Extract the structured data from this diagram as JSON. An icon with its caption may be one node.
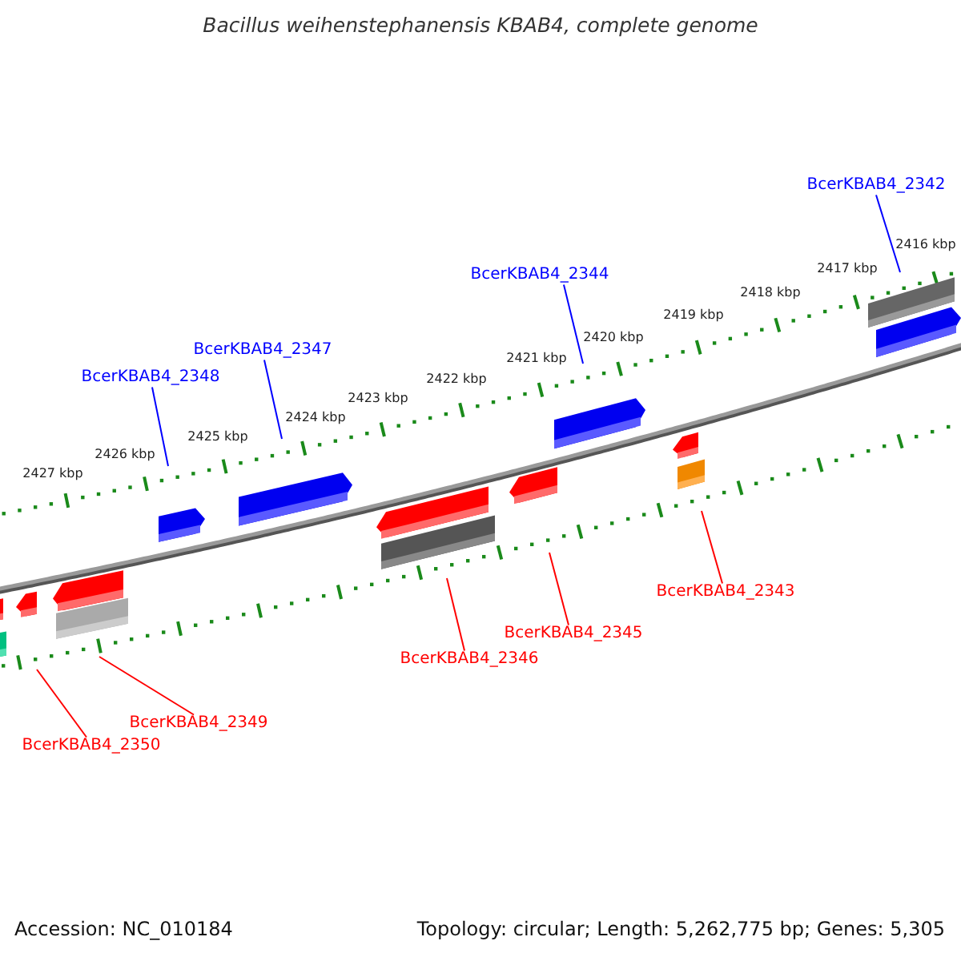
{
  "diagram": {
    "title": "Bacillus weihenstephanensis KBAB4, complete genome",
    "nodes": [
      {
        "text": [
          "BcerKBAB4_2342"
        ]
      },
      {
        "text": [
          "BcerKBAB4_2344"
        ]
      },
      {
        "text": [
          "BcerKBAB4_2347"
        ]
      },
      {
        "text": [
          "BcerKBAB4_2348"
        ]
      },
      {
        "text": [
          "BcerKBAB4_2343"
        ]
      },
      {
        "text": [
          "BcerKBAB4_2345"
        ]
      },
      {
        "text": [
          "BcerKBAB4_2346"
        ]
      },
      {
        "text": [
          "BcerKBAB4_2349"
        ]
      },
      {
        "text": [
          "BcerKBAB4_2350"
        ]
      }
    ],
    "edges": [
      {
        "from": 0,
        "to": null,
        "arrow": "none",
        "color": "#0000ff"
      },
      {
        "from": 1,
        "to": null,
        "arrow": "none",
        "color": "#0000ff"
      },
      {
        "from": 2,
        "to": null,
        "arrow": "none",
        "color": "#0000ff"
      },
      {
        "from": 3,
        "to": null,
        "arrow": "none",
        "color": "#0000ff"
      },
      {
        "from": 4,
        "to": null,
        "arrow": "none",
        "color": "#ff0000"
      },
      {
        "from": 5,
        "to": null,
        "arrow": "none",
        "color": "#ff0000"
      },
      {
        "from": 6,
        "to": null,
        "arrow": "none",
        "color": "#ff0000"
      },
      {
        "from": 7,
        "to": null,
        "arrow": "none",
        "color": "#ff0000"
      },
      {
        "from": 8,
        "to": null,
        "arrow": "none",
        "color": "#ff0000"
      }
    ],
    "labels": [
      "2416 kbp",
      "2417 kbp",
      "2418 kbp",
      "2419 kbp",
      "2420 kbp",
      "2421 kbp",
      "2422 kbp",
      "2423 kbp",
      "2424 kbp",
      "2425 kbp",
      "2426 kbp",
      "2427 kbp",
      "Accession: NC_010184",
      "Topology: circular; Length: 5,262,775 bp; Genes: 5,305"
    ]
  }
}
